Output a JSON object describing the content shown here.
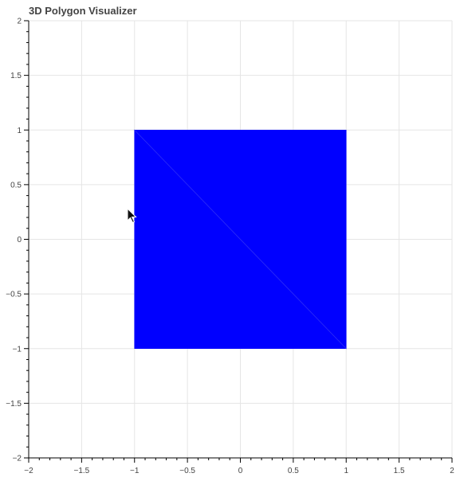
{
  "app": {
    "title": "3D Polygon Visualizer"
  },
  "colors": {
    "polygon_fill": "#0000ff",
    "polygon_edge": "#2f2ff5",
    "background": "#ffffff",
    "grid": "#e5e5e5",
    "text": "#444444"
  },
  "chart_data": {
    "type": "polygon",
    "title": "3D Polygon Visualizer",
    "xlabel": "",
    "ylabel": "",
    "xlim": [
      -2,
      2
    ],
    "ylim": [
      -2,
      2
    ],
    "grid": true,
    "x_ticks": [
      -2,
      -1.5,
      -1,
      -0.5,
      0,
      0.5,
      1,
      1.5,
      2
    ],
    "y_ticks": [
      -2,
      -1.5,
      -1,
      -0.5,
      0,
      0.5,
      1,
      1.5,
      2
    ],
    "x_tick_labels": [
      "−2",
      "−1.5",
      "−1",
      "−0.5",
      "0",
      "0.5",
      "1",
      "1.5",
      "2"
    ],
    "y_tick_labels": [
      "−2",
      "−1.5",
      "−1",
      "−0.5",
      "0",
      "0.5",
      "1",
      "1.5",
      "2"
    ],
    "triangles": [
      {
        "points": [
          [
            -1,
            1
          ],
          [
            1,
            1
          ],
          [
            1,
            -1
          ]
        ]
      },
      {
        "points": [
          [
            -1,
            1
          ],
          [
            -1,
            -1
          ],
          [
            1,
            -1
          ]
        ]
      }
    ],
    "diagonal": [
      [
        -1,
        1
      ],
      [
        1,
        -1
      ]
    ]
  }
}
